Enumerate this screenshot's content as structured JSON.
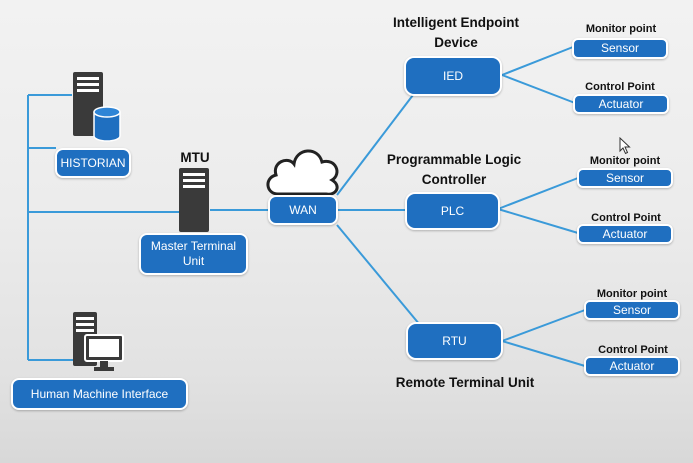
{
  "nodes": {
    "historian": "HISTORIAN",
    "mtu_box": "Master Terminal Unit",
    "hmi": "Human Machine Interface",
    "wan": "WAN",
    "ied": "IED",
    "plc": "PLC",
    "rtu": "RTU"
  },
  "labels": {
    "mtu": "MTU",
    "ied_title": "Intelligent Endpoint Device",
    "plc_title": "Programmable Logic Controller",
    "rtu_title": "Remote Terminal Unit"
  },
  "ied_points": {
    "monitor_label": "Monitor point",
    "sensor": "Sensor",
    "control_label": "Control Point",
    "actuator": "Actuator"
  },
  "plc_points": {
    "monitor_label": "Monitor point",
    "sensor": "Sensor",
    "control_label": "Control Point",
    "actuator": "Actuator"
  },
  "rtu_points": {
    "monitor_label": "Monitor point",
    "sensor": "Sensor",
    "control_label": "Control Point",
    "actuator": "Actuator"
  },
  "colors": {
    "node_fill": "#1f6fc0",
    "link": "#3a9ad9",
    "server": "#3a3a3a"
  },
  "icons": [
    "server-icon",
    "database-icon",
    "cloud-icon",
    "monitor-icon",
    "mouse-cursor-icon"
  ]
}
